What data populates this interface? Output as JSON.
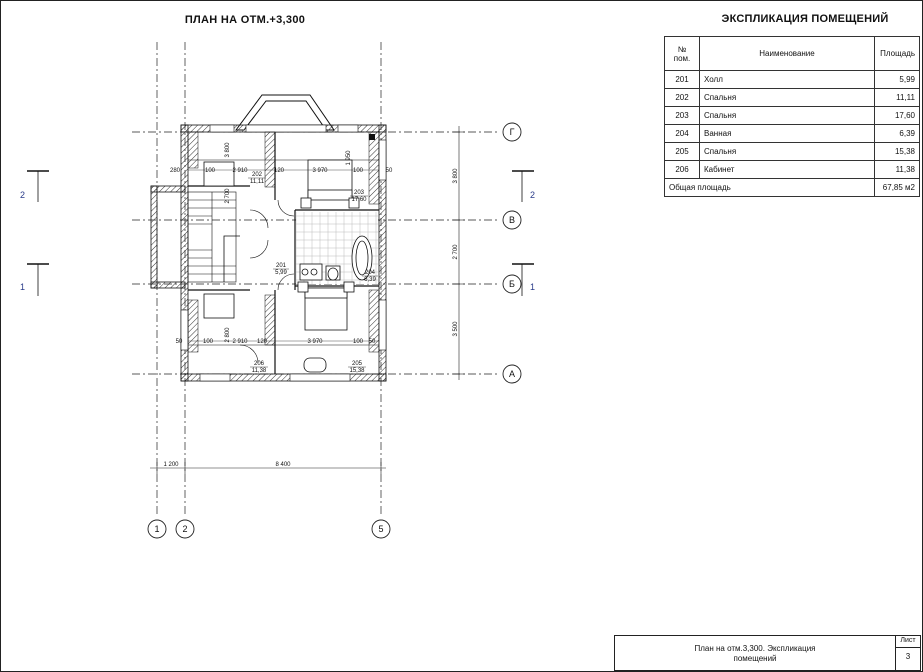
{
  "plan": {
    "title": "ПЛАН НА ОТМ.+3,300",
    "axes": {
      "a1": "1",
      "a2": "2",
      "a5": "5",
      "g": "Г",
      "v": "В",
      "b": "Б",
      "a": "А"
    },
    "sections": {
      "s2_left": "2",
      "s2_right": "2",
      "s1_left": "1",
      "s1_right": "1"
    },
    "dims": {
      "bottom_1": "1 200",
      "bottom_2": "8 400",
      "right_1": "3 800",
      "right_2": "2 700",
      "right_3": "3 500",
      "top_280": "280",
      "top_100a": "100",
      "top_2910": "2 910",
      "top_120": "120",
      "top_3970": "3 970",
      "top_100b": "100",
      "top_50": "50",
      "low_50": "50",
      "low_100a": "100",
      "low_2910": "2 910",
      "low_120": "120",
      "low_3970": "3 970",
      "low_100b": "100",
      "low_50b": "50",
      "v_3800": "3 800",
      "v_2700": "2 700",
      "v_2800": "2 800",
      "v_1950": "1 950"
    },
    "rooms": [
      {
        "num": "202",
        "area": "11,11"
      },
      {
        "num": "203",
        "area": "17,60"
      },
      {
        "num": "201",
        "area": "5,99"
      },
      {
        "num": "204",
        "area": "6,39"
      },
      {
        "num": "206",
        "area": "11,38"
      },
      {
        "num": "205",
        "area": "15,38"
      }
    ]
  },
  "explication": {
    "title": "ЭКСПЛИКАЦИЯ ПОМЕЩЕНИЙ",
    "headers": {
      "num": "№ пом.",
      "name": "Наименование",
      "area": "Площадь"
    },
    "rows": [
      {
        "num": "201",
        "name": "Холл",
        "area": "5,99"
      },
      {
        "num": "202",
        "name": "Спальня",
        "area": "11,11"
      },
      {
        "num": "203",
        "name": "Спальня",
        "area": "17,60"
      },
      {
        "num": "204",
        "name": "Ванная",
        "area": "6,39"
      },
      {
        "num": "205",
        "name": "Спальня",
        "area": "15,38"
      },
      {
        "num": "206",
        "name": "Кабинет",
        "area": "11,38"
      }
    ],
    "total_label": "Общая площадь",
    "total_value": "67,85 м2"
  },
  "stamp": {
    "caption_line1": "План на отм.3,300. Экспликация",
    "caption_line2": "помещений",
    "sheet_label": "Лист",
    "sheet_number": "3"
  }
}
